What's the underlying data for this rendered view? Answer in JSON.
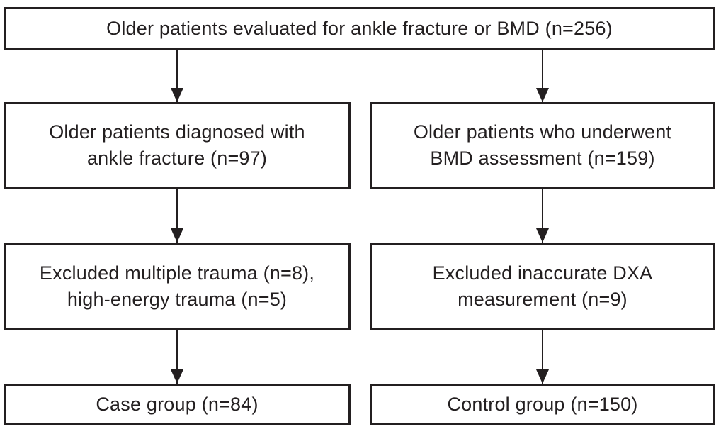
{
  "diagram": {
    "type": "flowchart",
    "title_box": {
      "label": "Older patients evaluated for ankle fracture or BMD (n=256)"
    },
    "columns": {
      "left": {
        "diagnosed": {
          "line1": "Older patients diagnosed with",
          "line2": "ankle fracture (n=97)"
        },
        "excluded": {
          "line1": "Excluded multiple trauma (n=8),",
          "line2": "high-energy trauma (n=5)"
        },
        "result": {
          "label": "Case group (n=84)"
        }
      },
      "right": {
        "assessed": {
          "line1": "Older patients who underwent",
          "line2": "BMD assessment (n=159)"
        },
        "excluded": {
          "line1": "Excluded inaccurate DXA",
          "line2": "measurement (n=9)"
        },
        "result": {
          "label": "Control group (n=150)"
        }
      }
    },
    "counts": {
      "total": 256,
      "ankle_fracture": 97,
      "bmd_assessment": 159,
      "excluded_multiple_trauma": 8,
      "excluded_high_energy_trauma": 5,
      "excluded_inaccurate_dxa": 9,
      "case_group": 84,
      "control_group": 150
    },
    "colors": {
      "ink": "#231f20",
      "background": "#ffffff"
    }
  }
}
